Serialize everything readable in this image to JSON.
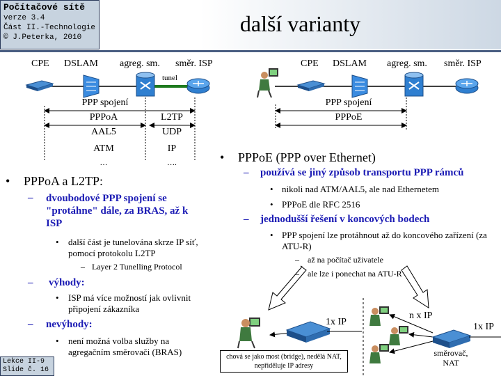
{
  "header": {
    "course_title": "Počítačové sítě",
    "version": "verze 3.4",
    "part": "Část II.-Technologie",
    "copyright": "© J.Peterka, 2010"
  },
  "title": "další varianty",
  "left_diagram": {
    "labels": [
      "CPE",
      "DSLAM",
      "agreg. sm.",
      "směr. ISP"
    ],
    "tunnel_label": "tunel",
    "ppp_label": "PPP spojení",
    "stack_left": [
      "PPPoA",
      "AAL5",
      "ATM",
      "…"
    ],
    "stack_right": [
      "L2TP",
      "UDP",
      "IP",
      "…."
    ]
  },
  "right_diagram": {
    "labels": [
      "CPE",
      "DSLAM",
      "agreg. sm.",
      "směr. ISP"
    ],
    "ppp_label": "PPP spojení",
    "pppoe_label": "PPPoE"
  },
  "left_text": {
    "bullet": "PPPoA a L2TP:",
    "sub1": "dvoubodové PPP spojení se \"protáhne\" dále, za BRAS, až k ISP",
    "sub1_item": "další část je tunelována skrze IP síť, pomocí protokolu L2TP",
    "sub1_item_sub": "Layer 2 Tunelling Protocol",
    "sub2": "výhody:",
    "sub2_item": "ISP má více možností jak ovlivnit připojení zákazníka",
    "sub3": "nevýhody:",
    "sub3_item": "není možná volba služby na agregačním směrovači (BRAS)"
  },
  "right_text": {
    "bullet": "PPPoE (PPP over Ethernet)",
    "sub1": "používá se jiný způsob transportu PPP rámců",
    "sub1_items": [
      "nikoli nad ATM/AAL5, ale nad Ethernetem",
      "PPPoE dle RFC 2516"
    ],
    "sub2": "jednodušší řešení v koncových bodech",
    "sub2_item": "PPP spojení lze protáhnout až do koncového zařízení (za ATU-R)",
    "sub2_item_subs": [
      "až na počítač uživatele",
      "ale lze i ponechat na ATU-R"
    ]
  },
  "bottom": {
    "bridge_note": "chová se jako most (bridge), nedělá NAT, nepřiděluje IP adresy",
    "one_ip_left": "1x IP",
    "n_ip": "n x IP",
    "one_ip_right": "1x IP",
    "router_label_1": "směrovač,",
    "router_label_2": "NAT"
  },
  "footer": {
    "lecture": "Lekce II-9",
    "slide": "Slide č. 16"
  }
}
